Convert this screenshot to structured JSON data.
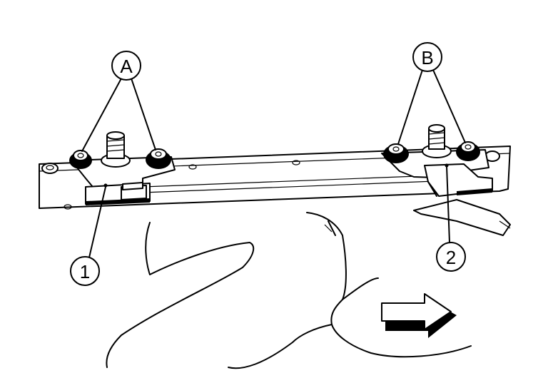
{
  "diagram": {
    "callouts": {
      "A": "A",
      "B": "B",
      "one": "1",
      "two": "2"
    },
    "direction_arrow_icon": "right-arrow-icon",
    "colors": {
      "line": "#000000",
      "background": "#ffffff"
    }
  }
}
